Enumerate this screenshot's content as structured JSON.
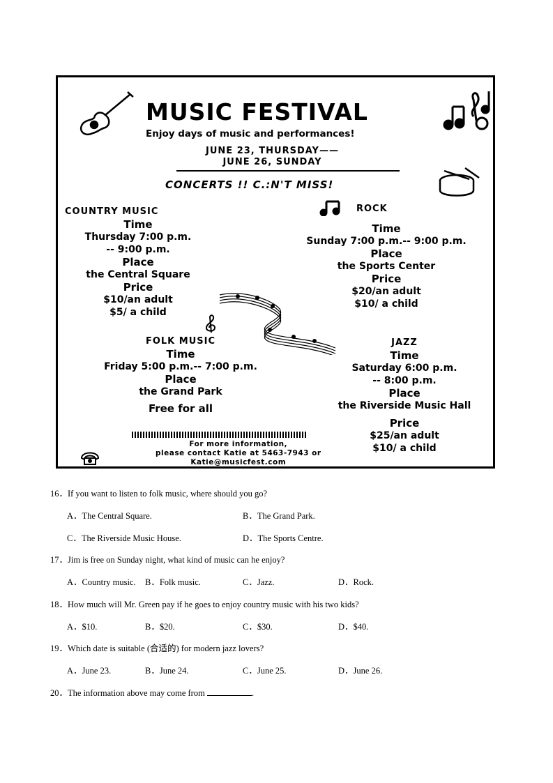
{
  "poster": {
    "title": "MUSIC FESTIVAL",
    "subtitle": "Enjoy days of music and performances!",
    "date_line1": "JUNE 23, THURSDAY——",
    "date_line2": "JUNE 26, SUNDAY",
    "concerts": "CONCERTS   !! C.:N'T MISS!",
    "country": {
      "heading": "COUNTRY MUSIC",
      "time_label": "Time",
      "time1": "Thursday 7:00 p.m.",
      "time2": "-- 9:00 p.m.",
      "place_label": "Place",
      "place": "the Central Square",
      "price_label": "Price",
      "price1": "$10/an adult",
      "price2": "$5/ a child"
    },
    "rock": {
      "heading": "ROCK",
      "time_label": "Time",
      "time": "Sunday 7:00 p.m.-- 9:00 p.m.",
      "place_label": "Place",
      "place": "the Sports Center",
      "price_label": "Price",
      "price1": "$20/an adult",
      "price2": "$10/ a child"
    },
    "folk": {
      "heading": "FOLK MUSIC",
      "time_label": "Time",
      "time": "Friday 5:00 p.m.-- 7:00 p.m.",
      "place_label": "Place",
      "place": "the Grand Park",
      "free": "Free for all"
    },
    "jazz": {
      "heading": "JAZZ",
      "time_label": "Time",
      "time1": "Saturday 6:00 p.m.",
      "time2": "-- 8:00 p.m.",
      "place_label": "Place",
      "place": "the Riverside Music Hall",
      "price_label": "Price",
      "price1": "$25/an adult",
      "price2": "$10/ a child"
    },
    "contact1": "For more information,",
    "contact2": "please contact Katie at 5463-7943 or",
    "contact3": "Katie@musicfest.com"
  },
  "questions": [
    {
      "stem": "16．If you want to listen to folk music, where should you go?",
      "options": [
        "A．The Central Square.",
        "B．The Grand Park.",
        "C．The Riverside Music House.",
        "D．The Sports Centre."
      ]
    },
    {
      "stem": "17．Jim is free on Sunday night, what kind of music can he enjoy?",
      "options": [
        "A．Country music.",
        "B．Folk music.",
        "C．Jazz.",
        "D．Rock."
      ]
    },
    {
      "stem": "18．How much will Mr. Green pay if he goes to enjoy country music with his two kids?",
      "options": [
        "A．$10.",
        "B．$20.",
        "C．$30.",
        "D．$40."
      ]
    },
    {
      "stem": "19．Which date is suitable (合适的) for modern jazz lovers?",
      "options": [
        "A．June 23.",
        "B．June 24.",
        "C．June 25.",
        "D．June 26."
      ]
    },
    {
      "stem": "20．The information above may come from",
      "options": []
    }
  ],
  "icons": [
    "guitar-icon",
    "music-notes-icon",
    "drum-icon",
    "eighth-notes-icon",
    "treble-clef-icon",
    "music-staff-icon",
    "phone-icon"
  ]
}
